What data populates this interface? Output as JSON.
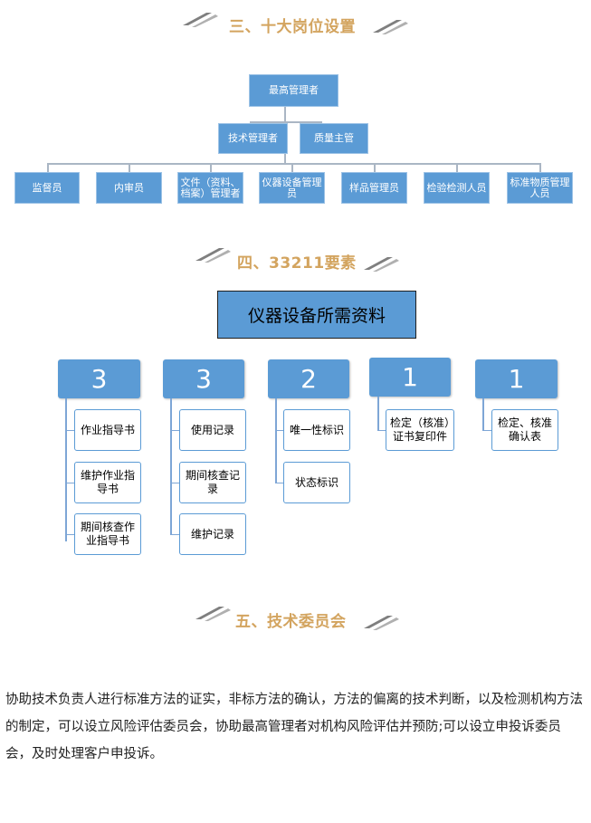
{
  "sections": {
    "s3": "三、十大岗位设置",
    "s4": "四、33211要素",
    "s5": "五、技术委员会"
  },
  "org_chart": {
    "top": "最高管理者",
    "second": [
      "技术管理者",
      "质量主管"
    ],
    "bottom": [
      "监督员",
      "内审员",
      "文件（资料、档案）管理者",
      "仪器设备管理员",
      "样品管理员",
      "检验检测人员",
      "标准物质管理人员"
    ]
  },
  "elements": {
    "header": "仪器设备所需资料",
    "columns": [
      {
        "number": "3",
        "items": [
          "作业指导书",
          "维护作业指导书",
          "期间核查作业指导书"
        ]
      },
      {
        "number": "3",
        "items": [
          "使用记录",
          "期间核查记录",
          "维护记录"
        ]
      },
      {
        "number": "2",
        "items": [
          "唯一性标识",
          "状态标识"
        ]
      },
      {
        "number": "1",
        "items": [
          "检定（核准）证书复印件"
        ]
      },
      {
        "number": "1",
        "items": [
          "检定、核准确认表"
        ]
      }
    ]
  },
  "committee_text": "协助技术负责人进行标准方法的证实，非标方法的确认，方法的偏离的技术判断，以及检测机构方法的制定，可以设立风险评估委员会，协助最高管理者对机构风险评估并预防;可以设立申投诉委员会，及时处理客户申投诉。",
  "colors": {
    "heading": "#d3a45f",
    "box": "#5b9bd5",
    "box_border": "#9dc3e6"
  }
}
